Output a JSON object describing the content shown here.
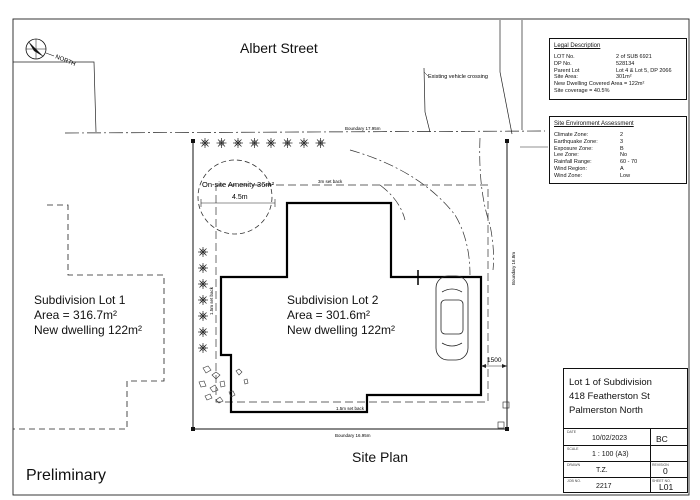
{
  "street_name": "Albert Street",
  "north_label": "NORTH",
  "vehicle_crossing": "Existing vehicle crossing",
  "boundary_top": "Boundary 17.95m",
  "boundary_bottom": "Boundary 16.95m",
  "boundary_right": "Boundary 16.8m",
  "setback_top": "3m set back",
  "setback_left": "1.5m set back",
  "setback_bottom": "1.5m set back",
  "amenity_label": "On-site Amenity 36m²",
  "amenity_dim": "4.5m",
  "dim_1500": "1500",
  "lot1": {
    "name": "Subdivision Lot 1",
    "area": "Area = 316.7m²",
    "dwelling": "New dwelling 122m²"
  },
  "lot2": {
    "name": "Subdivision Lot 2",
    "area": "Area = 301.6m²",
    "dwelling": "New dwelling 122m²"
  },
  "legal": {
    "title": "Legal Description",
    "rows": [
      {
        "k": "LOT No.",
        "v": "2 of SUB 6921"
      },
      {
        "k": "DP No.",
        "v": "528134"
      },
      {
        "k": "Parent Lot",
        "v": "Lot 4 & Lot 5, DP 2066"
      },
      {
        "k": "Site Area:",
        "v": "301m²"
      },
      {
        "k": "New Dwelling Covered Area =",
        "v": "122m²"
      },
      {
        "k": "Site coverage =",
        "v": "40.5%"
      }
    ]
  },
  "env": {
    "title": "Site Environment Assessment",
    "rows": [
      {
        "k": "Climate Zone:",
        "v": "2"
      },
      {
        "k": "Earthquake Zone:",
        "v": "3"
      },
      {
        "k": "Exposure Zone:",
        "v": "B"
      },
      {
        "k": "Lee Zone:",
        "v": "No"
      },
      {
        "k": "Rainfall Range:",
        "v": "60 - 70"
      },
      {
        "k": "Wind Region:",
        "v": "A"
      },
      {
        "k": "Wind Zone:",
        "v": "Low"
      }
    ]
  },
  "title_block": {
    "line1": "Lot 1 of Subdivision",
    "line2": "418 Featherston St",
    "line3": "Palmerston North",
    "date_label": "DATE",
    "date": "10/02/2023",
    "initials": "BC",
    "scale_label": "SCALE",
    "scale": "1 : 100 (A3)",
    "drawn_label": "DRAWN",
    "drawn": "T.Z.",
    "revision_label": "REVISION",
    "revision": "0",
    "job_label": "JOB NO.",
    "job": "2217",
    "sheet_label": "SHEET NO.",
    "sheet": "L01"
  },
  "sheet_title": "Site Plan",
  "status": "Preliminary"
}
